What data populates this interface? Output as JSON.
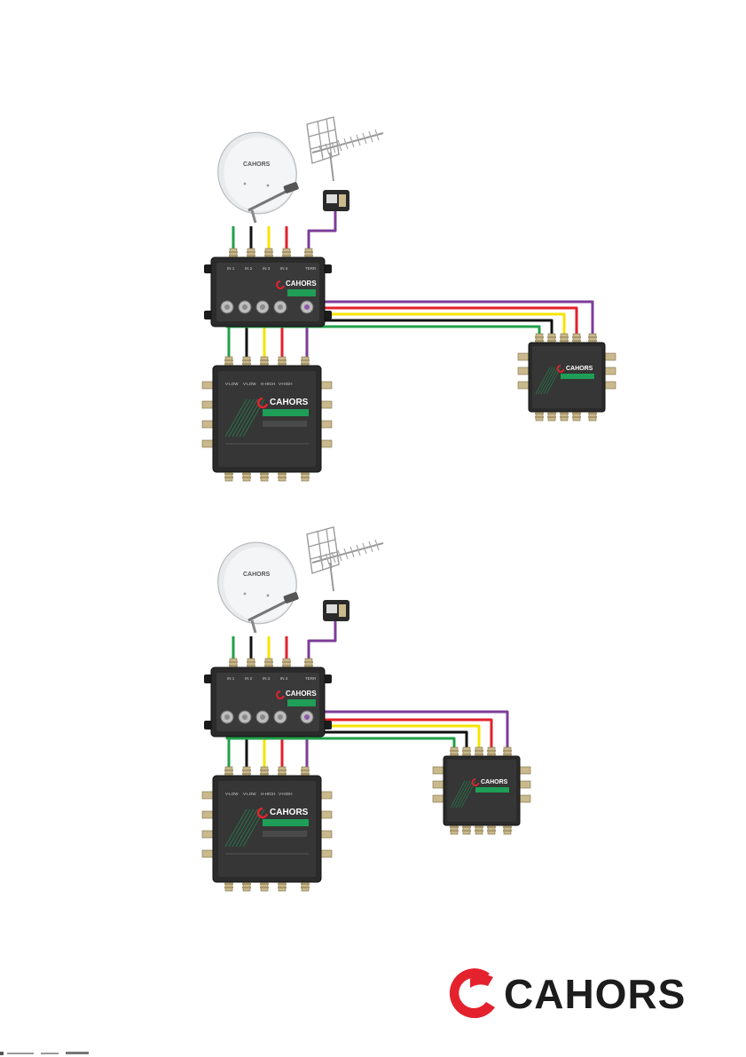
{
  "brand": {
    "name": "CAHORS",
    "colors": {
      "red": "#e4222e",
      "dark": "#1c1c1c",
      "green": "#1e9e57",
      "purple": "#7b3f99",
      "yellow": "#f4e400",
      "black": "#1a1a1a"
    }
  },
  "cables": [
    {
      "name": "green",
      "color": "#22a04a"
    },
    {
      "name": "black",
      "color": "#111111"
    },
    {
      "name": "yellow",
      "color": "#f4e400"
    },
    {
      "name": "red",
      "color": "#e3202a"
    },
    {
      "name": "purple",
      "color": "#7d3c98"
    }
  ],
  "diagrams": [
    {
      "id": "top",
      "dish_logo": "CAHORS",
      "main_switch": {
        "brand": "CAHORS",
        "inputs": [
          "IN 1",
          "IN 2",
          "IN 3",
          "IN 4",
          "TERR"
        ]
      },
      "multiswitch_large": {
        "brand": "CAHORS",
        "inputs": [
          "V-LOW",
          "V-LOW",
          "H-HIGH",
          "V-HIGH"
        ]
      },
      "multiswitch_small": {
        "brand": "CAHORS"
      }
    },
    {
      "id": "bottom",
      "dish_logo": "CAHORS",
      "main_switch": {
        "brand": "CAHORS",
        "inputs": [
          "IN 1",
          "IN 2",
          "IN 3",
          "IN 4",
          "TERR"
        ]
      },
      "multiswitch_large": {
        "brand": "CAHORS",
        "inputs": [
          "V-LOW",
          "V-LOW",
          "H-HIGH",
          "V-HIGH"
        ]
      },
      "multiswitch_small": {
        "brand": "CAHORS"
      }
    }
  ],
  "footer": {
    "logo_text": "CAHORS"
  }
}
